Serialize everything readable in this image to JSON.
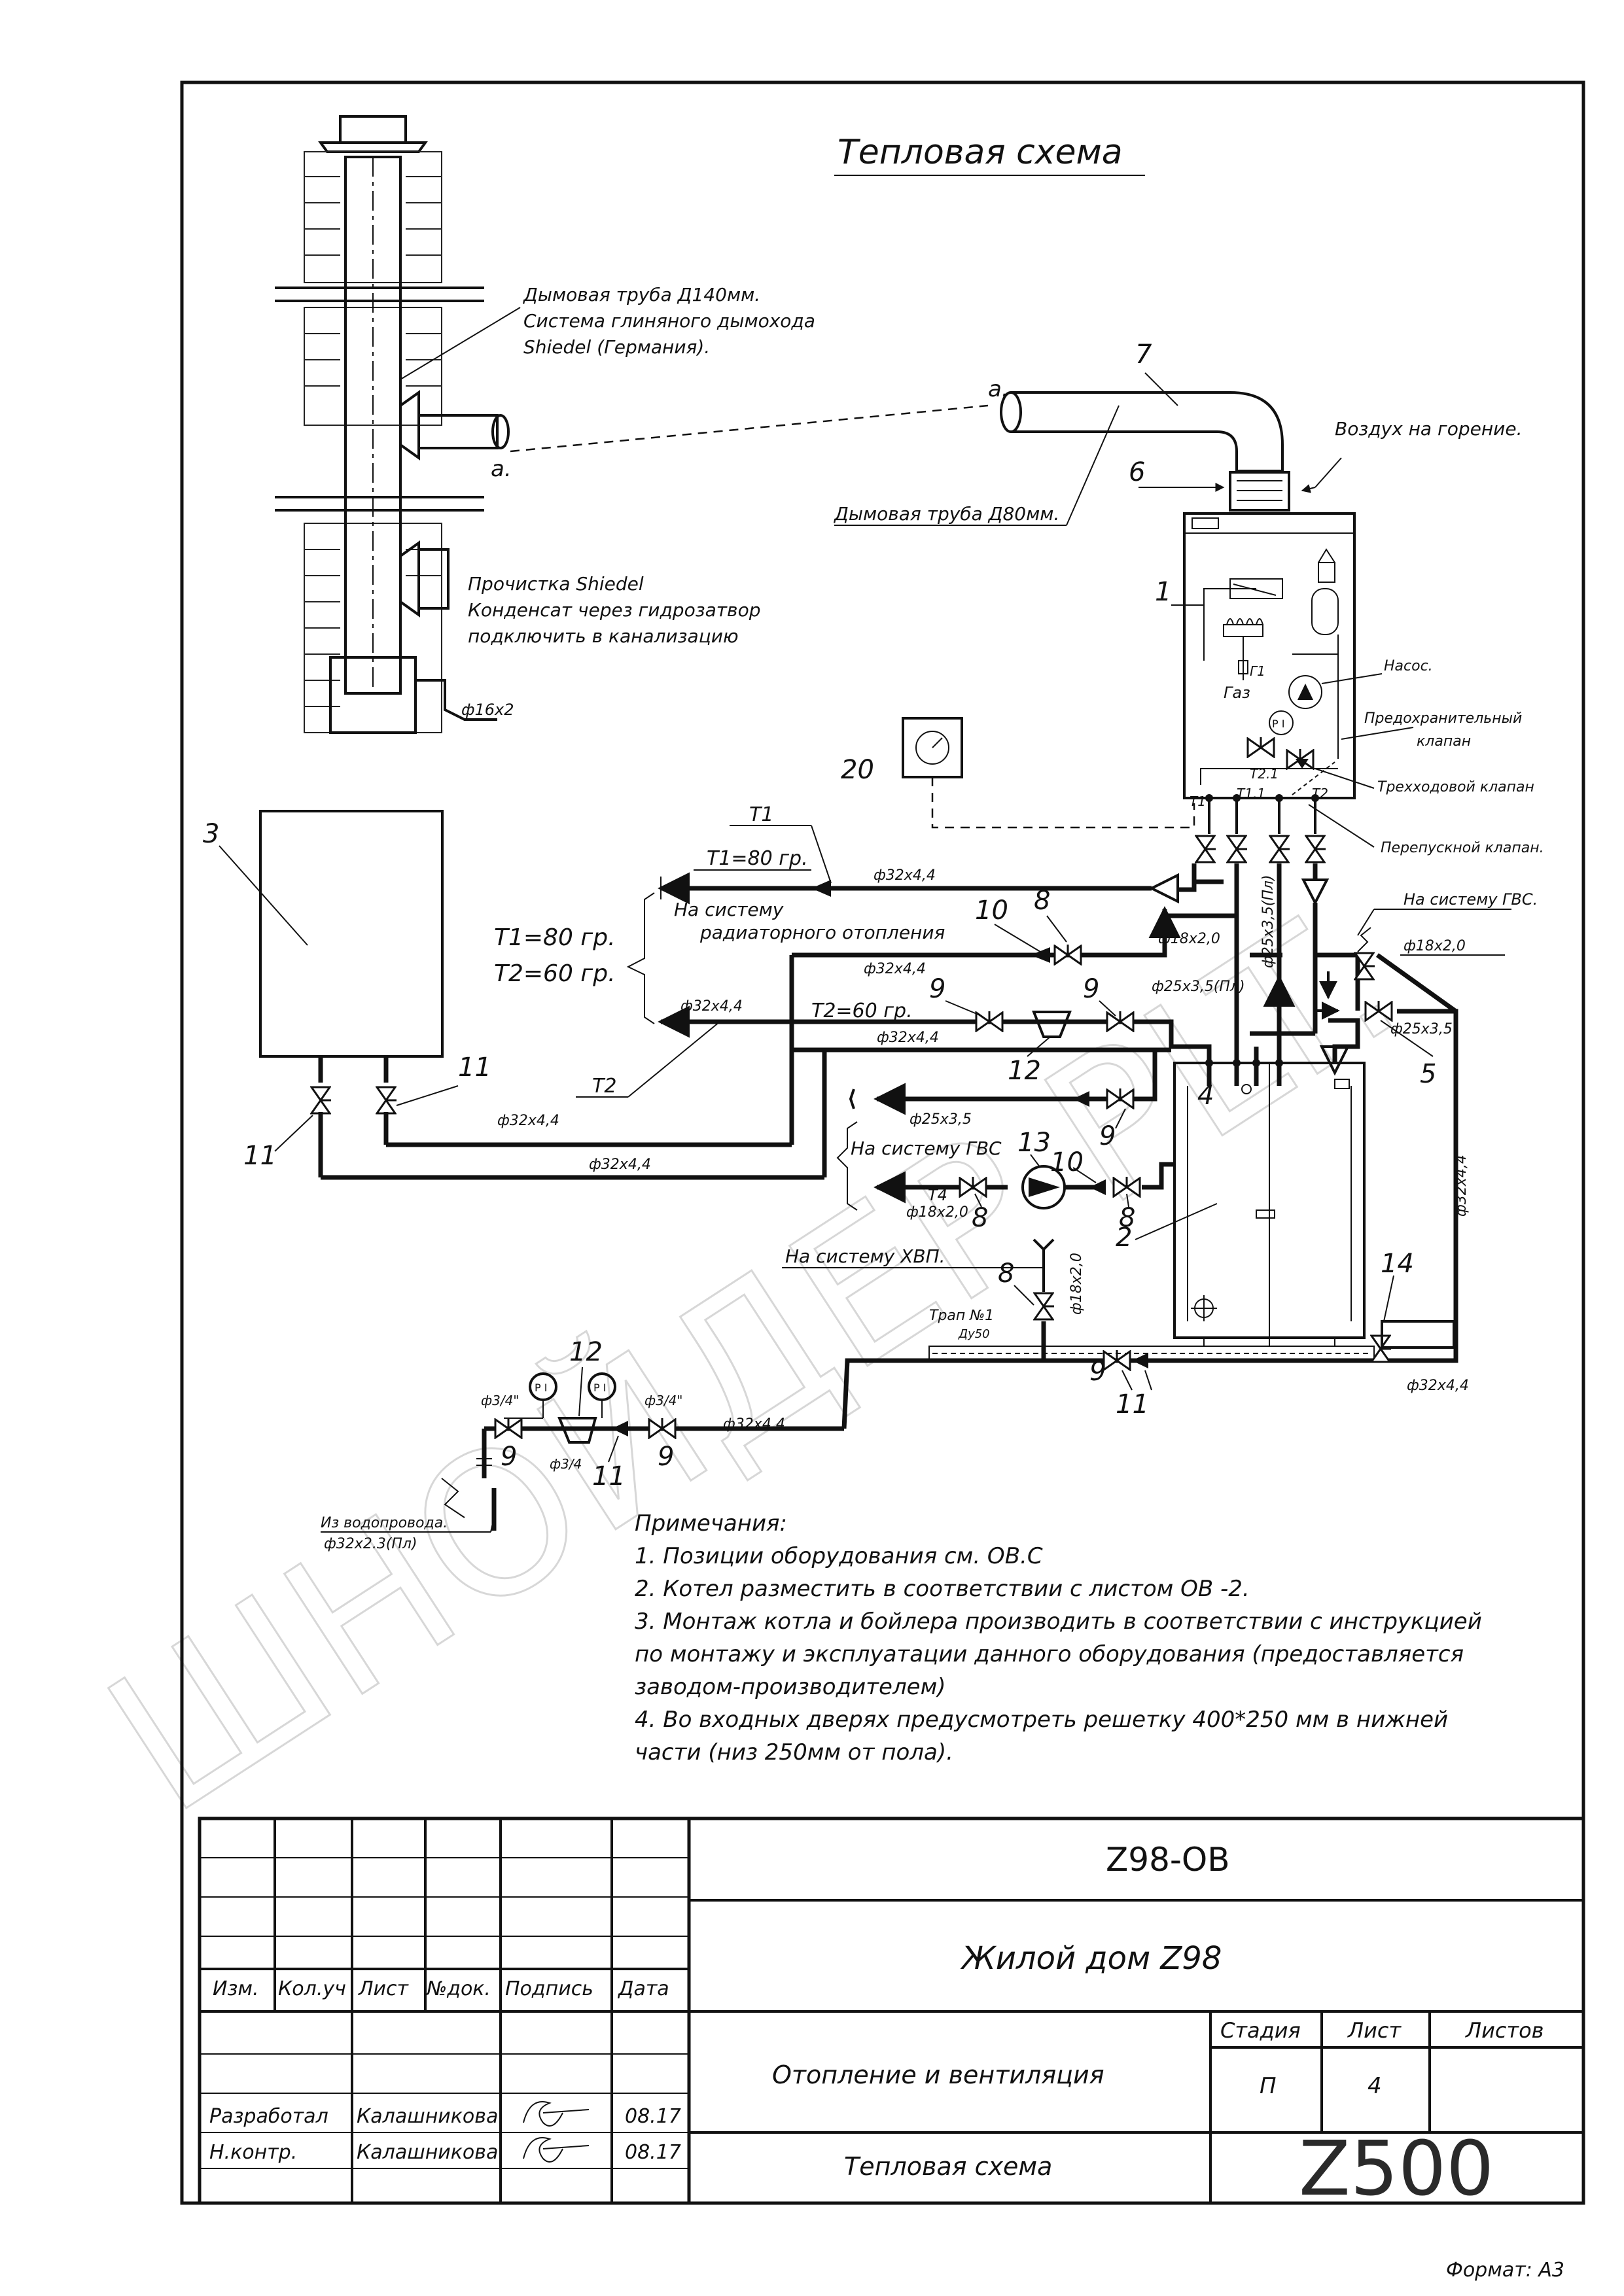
{
  "title": "Тепловая схема",
  "chimney": {
    "label_line1": "Дымовая труба Д140мм.",
    "label_line2": "Система глиняного дымохода",
    "label_line3": "Shiedel (Германия).",
    "cleanout_line1": "Прочистка Shiedel",
    "cleanout_line2": "Конденсат через гидрозатвор",
    "cleanout_line3": "подключить в канализацию",
    "drain_size": "ф16х2",
    "mark_a1": "а.",
    "mark_a2": "а."
  },
  "flue": {
    "label": "Дымовая труба Д80мм.",
    "air_label": "Воздух на горение."
  },
  "boiler_labels": {
    "gas": "Газ",
    "g1": "Г1",
    "pump": "Насос.",
    "safety_valve_l1": "Предохранительный",
    "safety_valve_l2": "клапан",
    "three_way": "Трехходовой клапан",
    "bypass": "Перепускной клапан.",
    "t1": "Т1",
    "t11": "Т1.1",
    "t21": "Т2.1",
    "t2": "Т2",
    "pi": "P I"
  },
  "positions": {
    "p1": "1",
    "p2": "2",
    "p3": "3",
    "p4": "4",
    "p5": "5",
    "p6": "6",
    "p7": "7",
    "p8a": "8",
    "p8b": "8",
    "p8c": "8",
    "p8d": "8",
    "p9a": "9",
    "p9b": "9",
    "p9c": "9",
    "p9d": "9",
    "p9e": "9",
    "p9f": "9",
    "p10a": "10",
    "p10b": "10",
    "p11a": "11",
    "p11b": "11",
    "p11c": "11",
    "p11d": "11",
    "p12a": "12",
    "p12b": "12",
    "p13": "13",
    "p14": "14",
    "p20": "20"
  },
  "temps": {
    "t1_top": "Т1",
    "t1_eq": "Т1=80 гр.",
    "to_radiator_l1": "На систему",
    "to_radiator_l2": "радиаторного отопления",
    "t1_side": "Т1=80 гр.",
    "t2_side": "Т2=60 гр.",
    "t2_eq": "Т2=60 гр.",
    "t2_bottom": "Т2",
    "t4": "Т4"
  },
  "dims": {
    "d32_1": "ф32х4,4",
    "d32_2": "ф32х4,4",
    "d32_3": "ф32х4,4",
    "d32_4": "ф32х4,4",
    "d32_5": "ф32х4,4",
    "d32_6": "ф32х4,4",
    "d32_7": "ф32х4,4",
    "d32_8": "ф32х4,4",
    "d32_9": "ф32х4,4",
    "d18_1": "ф18х2,0",
    "d18_2": "ф18х2,0",
    "d18_3": "ф18х2,0",
    "d18_4": "ф18х2,0",
    "d25pl_1": "ф25х3,5(Пл)",
    "d25pl_2": "ф25х3,5(Пл)",
    "d25_1": "ф25х3,5",
    "d25_2": "ф25х3,5",
    "d34_1": "ф3/4\"",
    "d34_2": "ф3/4\"",
    "d34_3": "ф3/4",
    "water_in_l1": "Из водопровода.",
    "water_in_l2": "ф32х2.3(Пл)"
  },
  "systems": {
    "gvs_top": "На систему ГВС.",
    "gvs_mid": "На систему ГВС",
    "hvp": "На систему ХВП.",
    "drain_l1": "Трап №1",
    "drain_l2": "Ду50"
  },
  "notes": {
    "heading": "Примечания:",
    "n1": "1. Позиции оборудования см. ОВ.С",
    "n2": "2. Котел разместить в соответствии с листом ОВ -2.",
    "n3a": "3. Монтаж котла и бойлера производить в соответствии с инструкцией",
    "n3b": "по монтажу и эксплуатации данного оборудования (предоставляется",
    "n3c": "заводом-производителем)",
    "n4a": "4. Во входных дверях предусмотреть решетку 400*250 мм в нижней",
    "n4b": "части (низ 250мм от пола)."
  },
  "stamp": {
    "code": "Z98-ОВ",
    "object": "Жилой дом Z98",
    "section": "Отопление и вентиляция",
    "sheet_title": "Тепловая схема",
    "col_izm": "Изм.",
    "col_kol": "Кол.уч",
    "col_list": "Лист",
    "col_ndok": "№док.",
    "col_podp": "Подпись",
    "col_data": "Дата",
    "stage_h": "Стадия",
    "sheet_h": "Лист",
    "sheets_h": "Листов",
    "stage_v": "П",
    "sheet_v": "4",
    "sheets_v": "",
    "role1": "Разработал",
    "name1": "Калашникова",
    "date1": "08.17",
    "role2": "Н.контр.",
    "name2": "Калашникова",
    "date2": "08.17",
    "company": "Z500"
  },
  "format": "Формат: А3",
  "watermark": "ШНОЙДЕР PLT."
}
